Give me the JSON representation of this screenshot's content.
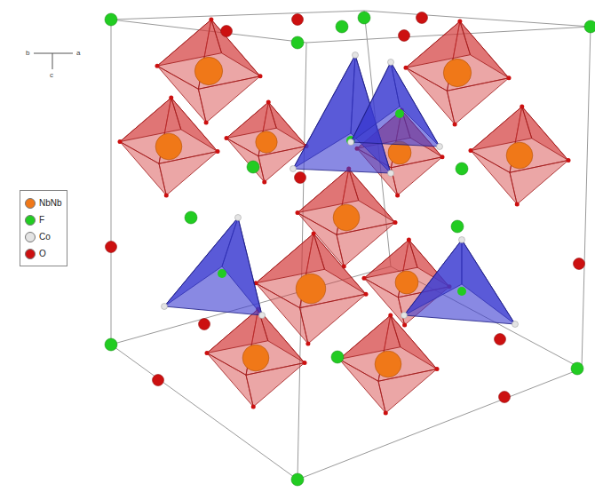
{
  "diagram": {
    "labels": [
      "b",
      "a",
      "c"
    ],
    "legend": [
      {
        "text": "NbNb",
        "color": "#f07818"
      },
      {
        "text": "F",
        "color": "#22cc22"
      },
      {
        "text": "Co",
        "color": "#e4e4e4"
      },
      {
        "text": "O",
        "color": "#cc1010"
      }
    ]
  }
}
